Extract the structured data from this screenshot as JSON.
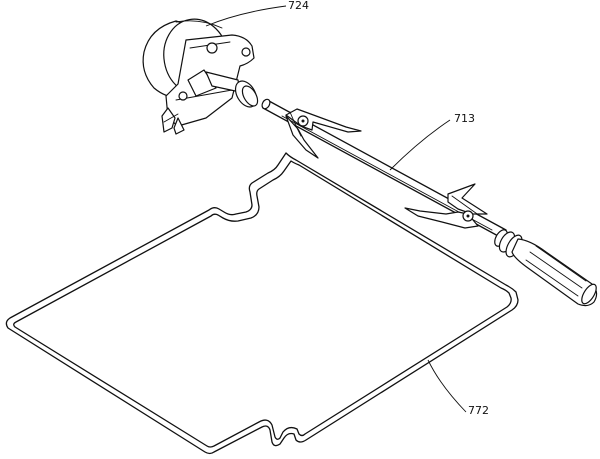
{
  "callouts": {
    "motor": "724",
    "spit_rod": "713",
    "rack": "772"
  }
}
